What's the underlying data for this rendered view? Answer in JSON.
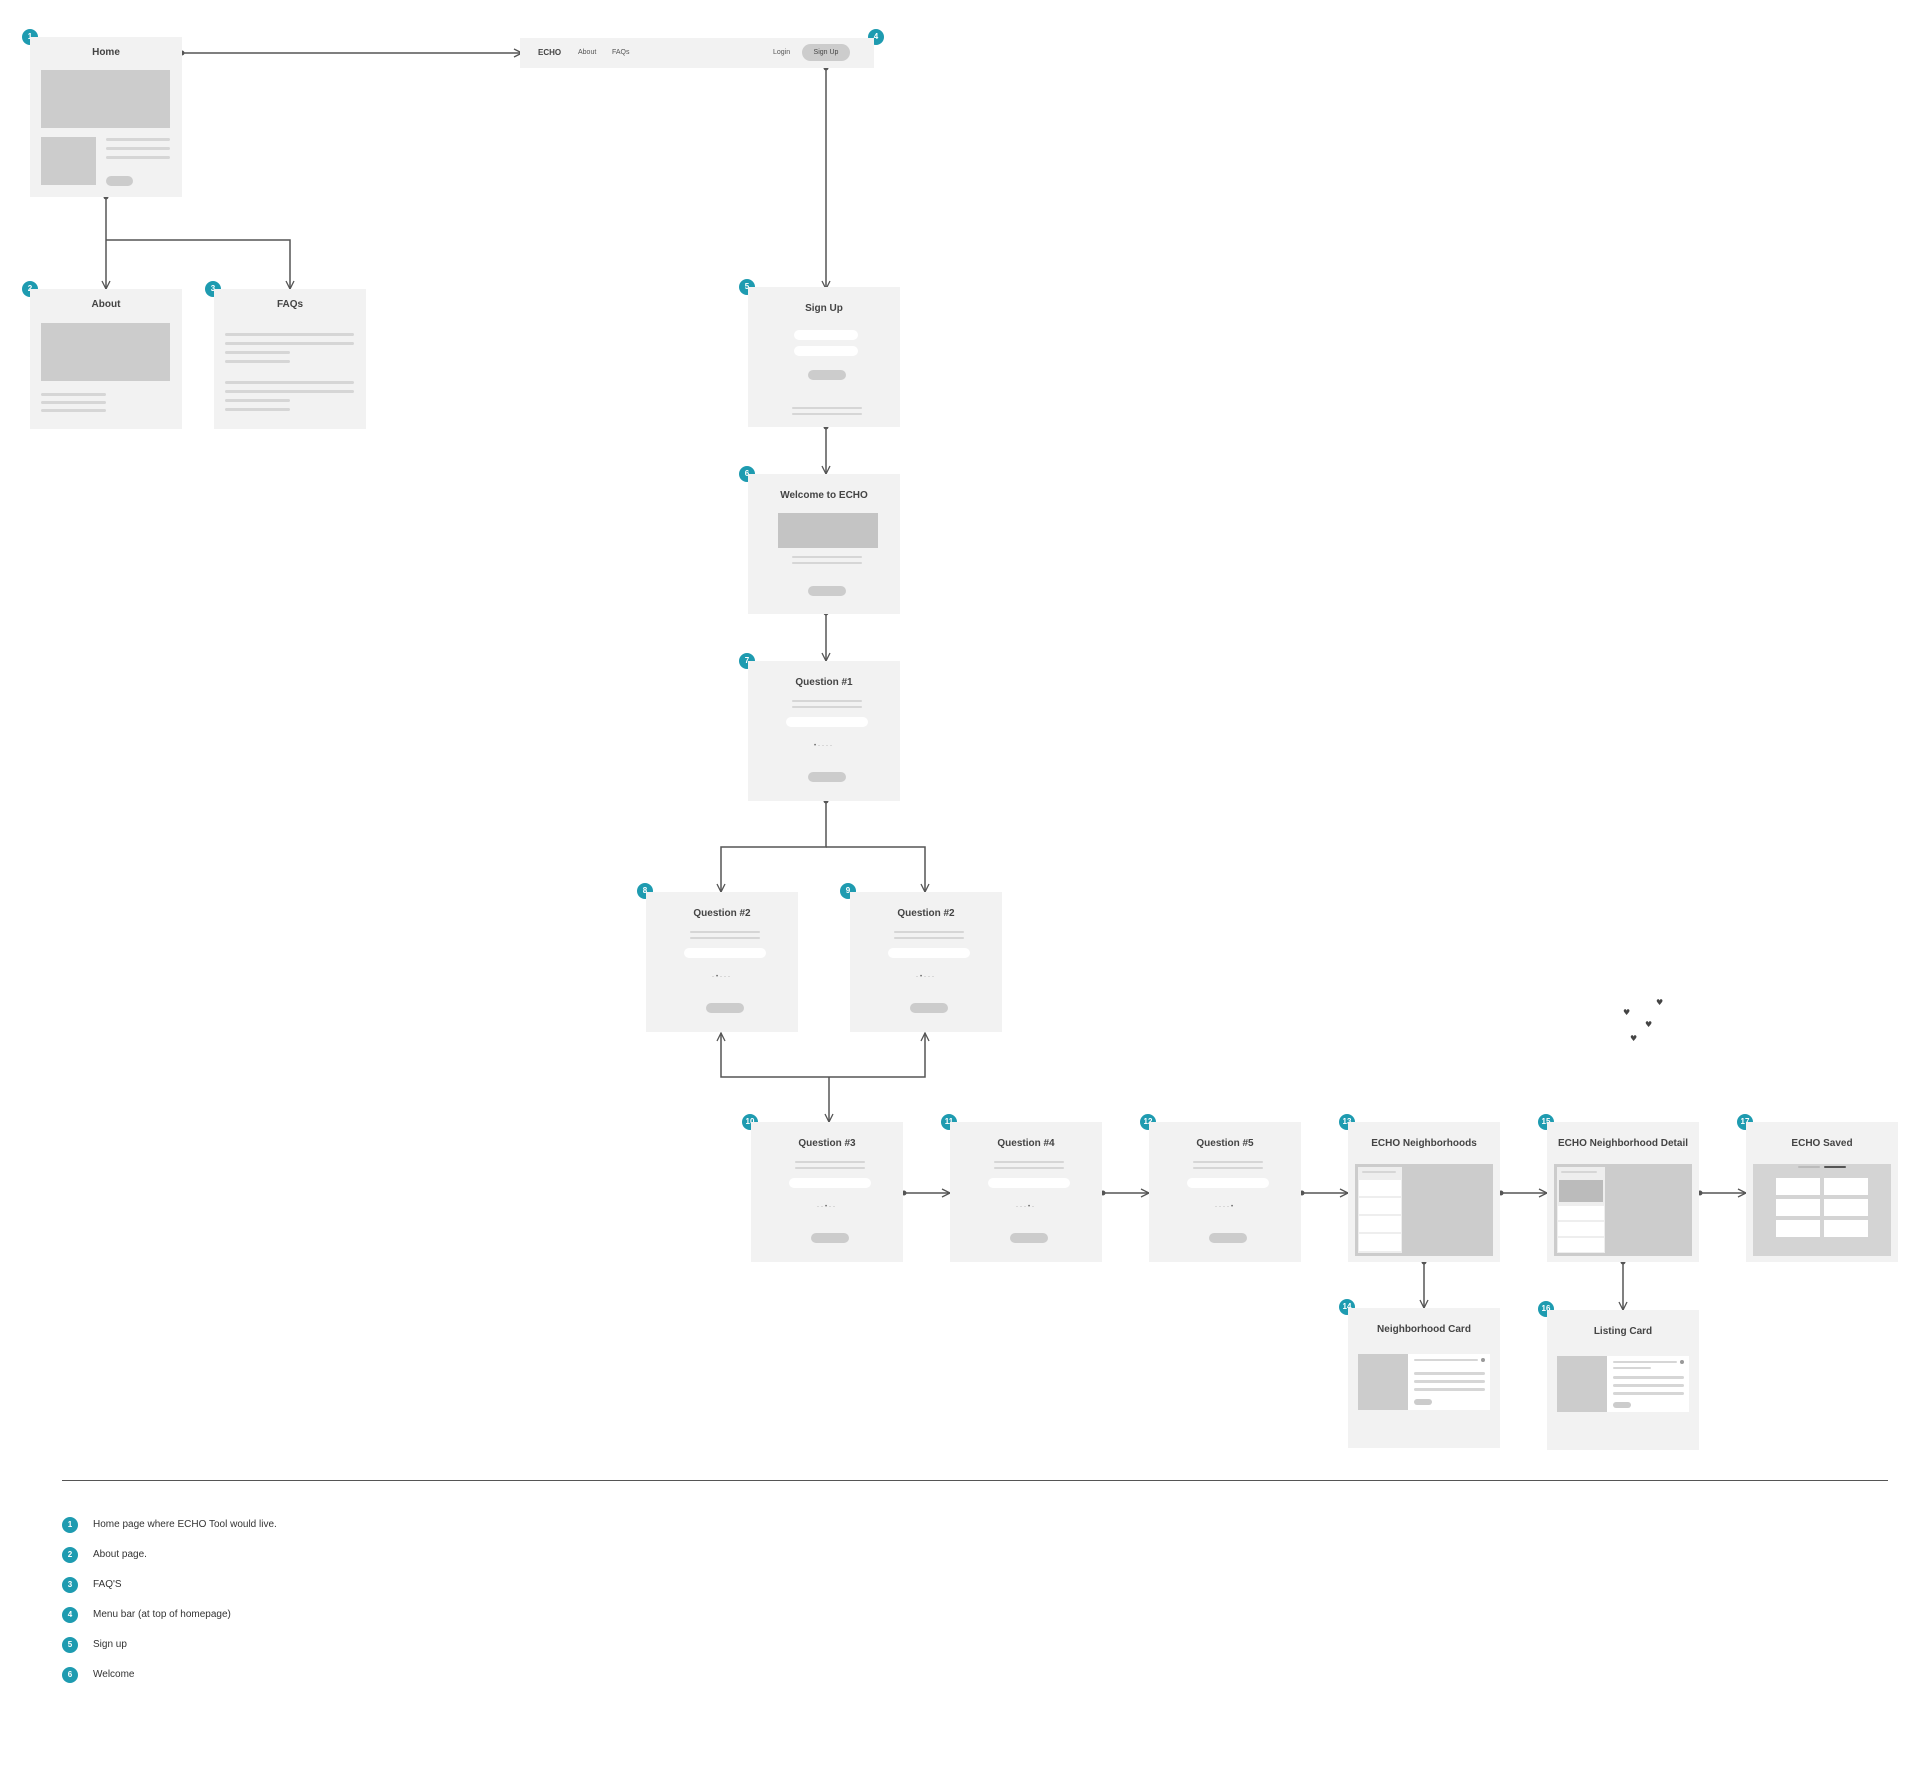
{
  "screens": {
    "home": {
      "title": "Home",
      "badge": "1"
    },
    "about": {
      "title": "About",
      "badge": "2"
    },
    "faqs": {
      "title": "FAQs",
      "badge": "3"
    },
    "menubar": {
      "badge": "4",
      "logo": "ECHO",
      "about": "About",
      "faqs": "FAQs",
      "login": "Login",
      "signup": "Sign Up"
    },
    "signup": {
      "title": "Sign Up",
      "badge": "5"
    },
    "welcome": {
      "title": "Welcome to ECHO",
      "badge": "6"
    },
    "q1": {
      "title": "Question #1",
      "badge": "7",
      "dots": "•····"
    },
    "q2a": {
      "title": "Question #2",
      "badge": "8",
      "dots": "·•···"
    },
    "q2b": {
      "title": "Question #2",
      "badge": "9",
      "dots": "·•···"
    },
    "q3": {
      "title": "Question #3",
      "badge": "10",
      "dots": "··•··"
    },
    "q4": {
      "title": "Question #4",
      "badge": "11",
      "dots": "···•·"
    },
    "q5": {
      "title": "Question #5",
      "badge": "12",
      "dots": "····•"
    },
    "neighborhoods": {
      "title": "ECHO Neighborhoods",
      "badge": "13"
    },
    "neighborhood_card": {
      "title": "Neighborhood Card",
      "badge": "14"
    },
    "neighborhood_detail": {
      "title": "ECHO Neighborhood Detail",
      "badge": "15"
    },
    "listing_card": {
      "title": "Listing Card",
      "badge": "16"
    },
    "saved": {
      "title": "ECHO Saved",
      "badge": "17"
    }
  },
  "legend": [
    {
      "num": "1",
      "text": "Home page where ECHO Tool would live."
    },
    {
      "num": "2",
      "text": "About page."
    },
    {
      "num": "3",
      "text": "FAQ'S"
    },
    {
      "num": "4",
      "text": "Menu bar (at top of homepage)"
    },
    {
      "num": "5",
      "text": "Sign up"
    },
    {
      "num": "6",
      "text": "Welcome"
    }
  ],
  "colors": {
    "badge": "#1e9bb0",
    "card": "#f2f2f2",
    "placeholder": "#cccccc",
    "connector": "#555555"
  }
}
